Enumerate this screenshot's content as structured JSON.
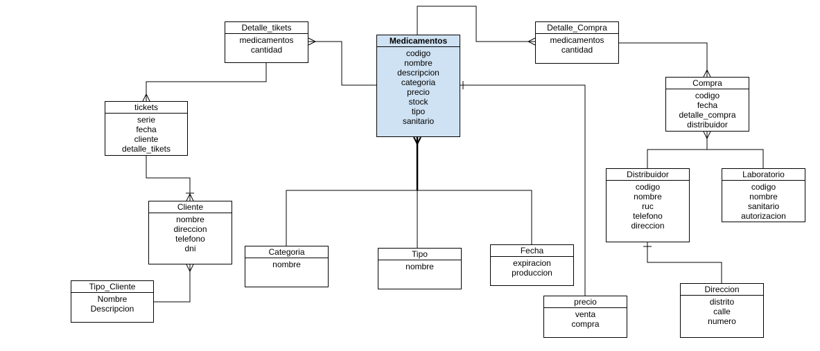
{
  "diagram": {
    "entities": {
      "medicamentos": {
        "title": "Medicamentos",
        "attributes": [
          "codigo",
          "nombre",
          "descripcion",
          "categoria",
          "precio",
          "stock",
          "tipo",
          "sanitario"
        ]
      },
      "detalle_tikets": {
        "title": "Detalle_tikets",
        "attributes": [
          "medicamentos",
          "cantidad"
        ]
      },
      "detalle_compra": {
        "title": "Detalle_Compra",
        "attributes": [
          "medicamentos",
          "cantidad"
        ]
      },
      "tickets": {
        "title": "tickets",
        "attributes": [
          "serie",
          "fecha",
          "cliente",
          "detalle_tikets"
        ]
      },
      "compra": {
        "title": "Compra",
        "attributes": [
          "codigo",
          "fecha",
          "detalle_compra",
          "distribuidor"
        ]
      },
      "cliente": {
        "title": "Cliente",
        "attributes": [
          "nombre",
          "direccion",
          "telefono",
          "dni"
        ]
      },
      "tipo_cliente": {
        "title": "Tipo_Cliente",
        "attributes": [
          "Nombre",
          "Descripcion"
        ]
      },
      "categoria": {
        "title": "Categoria",
        "attributes": [
          "nombre"
        ]
      },
      "tipo": {
        "title": "Tipo",
        "attributes": [
          "nombre"
        ]
      },
      "fecha": {
        "title": "Fecha",
        "attributes": [
          "expiracion",
          "produccion"
        ]
      },
      "precio": {
        "title": "precio",
        "attributes": [
          "venta",
          "compra"
        ]
      },
      "distribuidor": {
        "title": "Distribuidor",
        "attributes": [
          "codigo",
          "nombre",
          "ruc",
          "telefono",
          "direccion"
        ]
      },
      "laboratorio": {
        "title": "Laboratorio",
        "attributes": [
          "codigo",
          "nombre",
          "sanitario",
          "autorizacion"
        ]
      },
      "direccion": {
        "title": "Direccion",
        "attributes": [
          "distrito",
          "calle",
          "numero"
        ]
      }
    },
    "colors": {
      "highlight_fill": "#cfe2f3",
      "line": "#000000"
    }
  }
}
